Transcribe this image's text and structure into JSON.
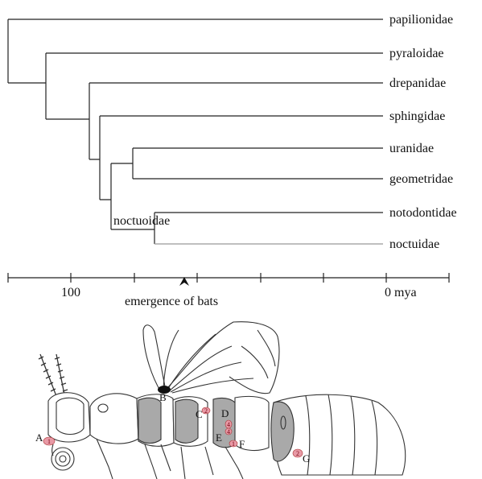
{
  "tree": {
    "taxa": [
      "papilionidae",
      "pyraloidae",
      "drepanidae",
      "sphingidae",
      "uranidae",
      "geometridae",
      "notodontidae",
      "noctuidae"
    ],
    "clade_label": "noctuoidae"
  },
  "timeline": {
    "tick_labels": [
      "100",
      "0 mya"
    ],
    "event_label": "emergence of bats"
  },
  "insect": {
    "organ_labels": [
      "A",
      "B",
      "C",
      "D",
      "E",
      "F",
      "G"
    ],
    "marker_numbers": [
      "1",
      "2",
      "4",
      "4",
      "1",
      "2"
    ]
  }
}
